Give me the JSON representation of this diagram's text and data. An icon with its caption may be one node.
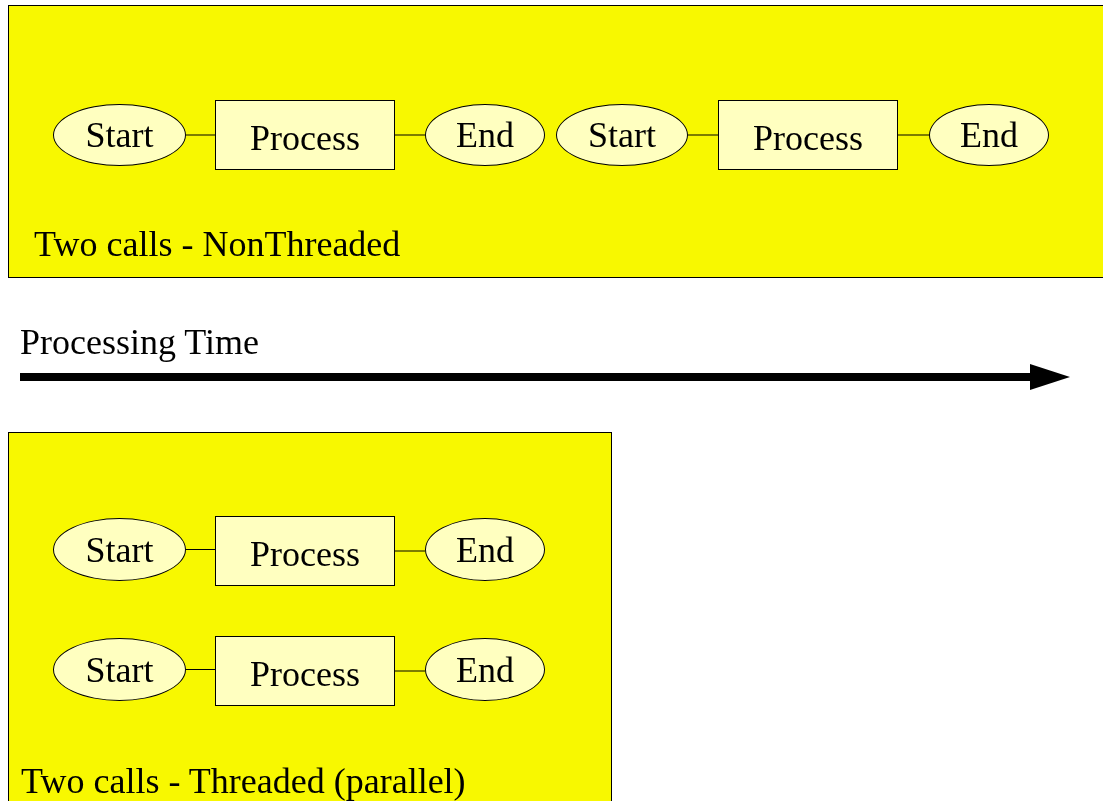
{
  "diagram": {
    "nodes": [
      {
        "text": [
          "Two calls - NonThreaded"
        ]
      },
      {
        "text": [
          "Start"
        ],
        "in": 0
      },
      {
        "text": [
          "Process"
        ],
        "in": 0
      },
      {
        "text": [
          "End"
        ],
        "in": 0
      },
      {
        "text": [
          "Start"
        ],
        "in": 0
      },
      {
        "text": [
          "Process"
        ],
        "in": 0
      },
      {
        "text": [
          "End"
        ],
        "in": 0
      },
      {
        "text": [
          "Two calls - Threaded (parallel)"
        ]
      },
      {
        "text": [
          "Start"
        ],
        "in": 7
      },
      {
        "text": [
          "Process"
        ],
        "in": 7
      },
      {
        "text": [
          "End"
        ],
        "in": 7
      },
      {
        "text": [
          "Start"
        ],
        "in": 7
      },
      {
        "text": [
          "Process"
        ],
        "in": 7
      },
      {
        "text": [
          "End"
        ],
        "in": 7
      }
    ],
    "edges": [
      {
        "from": 1,
        "to": 2,
        "arrow": "none"
      },
      {
        "from": 2,
        "to": 3,
        "arrow": "none"
      },
      {
        "from": 4,
        "to": 5,
        "arrow": "none"
      },
      {
        "from": 5,
        "to": 6,
        "arrow": "none"
      },
      {
        "from": 8,
        "to": 9,
        "arrow": "none"
      },
      {
        "from": 9,
        "to": 10,
        "arrow": "none"
      },
      {
        "from": 11,
        "to": 12,
        "arrow": "none"
      },
      {
        "from": 12,
        "to": 13,
        "arrow": "none"
      }
    ],
    "labels": [
      "Processing Time"
    ]
  }
}
